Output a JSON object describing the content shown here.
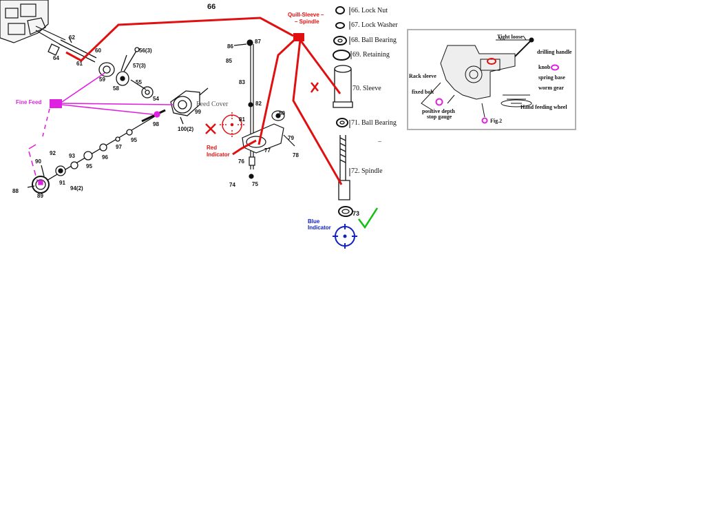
{
  "colors": {
    "red": "#e01010",
    "magenta": "#e020e0",
    "blue": "#1020c0",
    "green": "#10c010",
    "ink": "#111111",
    "frame": "#b0b0b0"
  },
  "top_label": "66",
  "annotations": {
    "quill_sleeve_line1": "Quill-Sleeve –",
    "quill_sleeve_line2": "– Spindle",
    "fine_feed": "Fine Feed",
    "feed_cover": "Feed Cover",
    "red_indicator_line1": "Red",
    "red_indicator_line2": "Indicator",
    "blue_indicator_line1": "Blue",
    "blue_indicator_line2": "Indicator",
    "dash_mark": "–"
  },
  "spindle_parts": [
    {
      "label": "66. Lock Nut"
    },
    {
      "label": "67. Lock Washer"
    },
    {
      "label": "68. Ball Bearing"
    },
    {
      "label": "69. Retaining"
    },
    {
      "label": "70. Sleeve"
    },
    {
      "label": "71. Ball Bearing"
    },
    {
      "label": "72. Spindle"
    },
    {
      "label": "73"
    }
  ],
  "left_numbers": {
    "n62": "62",
    "n60": "60",
    "n64": "64",
    "n61": "61",
    "n59": "59",
    "n58": "58",
    "n56": "56(3)",
    "n57": "57(3)",
    "n55": "55",
    "n54": "54",
    "n99": "99",
    "n100": "100(2)",
    "n98": "98",
    "n97": "97",
    "n95a": "95",
    "n96": "96",
    "n95b": "95",
    "n93": "93",
    "n92": "92",
    "n90": "90",
    "n91": "91",
    "n94": "94(2)",
    "n88": "88",
    "n89": "89"
  },
  "middle_numbers": {
    "n86": "86",
    "n85": "85",
    "n87": "87",
    "n83": "83",
    "n82": "82",
    "n81": "81",
    "n80": "80",
    "n79": "79",
    "n77": "77",
    "n78": "78",
    "n76": "76",
    "n74": "74",
    "n75": "75"
  },
  "inset": {
    "tight_loose": "Tight  loose",
    "drilling_handle": "drilling handle",
    "knob": "knob",
    "rack_sleeve": "Rack sleeve",
    "spring_base": "spring base",
    "worm_gear": "worm gear",
    "fixed_bolt": "fixed bolt",
    "positive_depth_line1": "positive depth",
    "positive_depth_line2": "stop gauge",
    "hand_feeding_wheel": "Hand feeding wheel",
    "fig": "Fig.2"
  }
}
